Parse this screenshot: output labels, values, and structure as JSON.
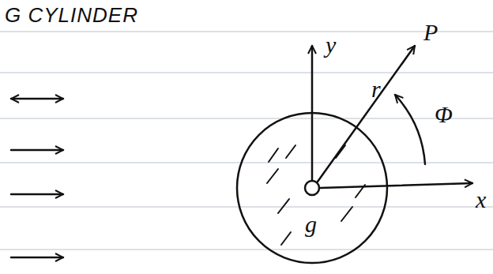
{
  "diagram": {
    "title": "G CYLINDER",
    "nodes": [
      {
        "text": [
          "g"
        ]
      }
    ],
    "labels": [
      "y",
      "x",
      "r",
      "Φ",
      "P"
    ]
  }
}
